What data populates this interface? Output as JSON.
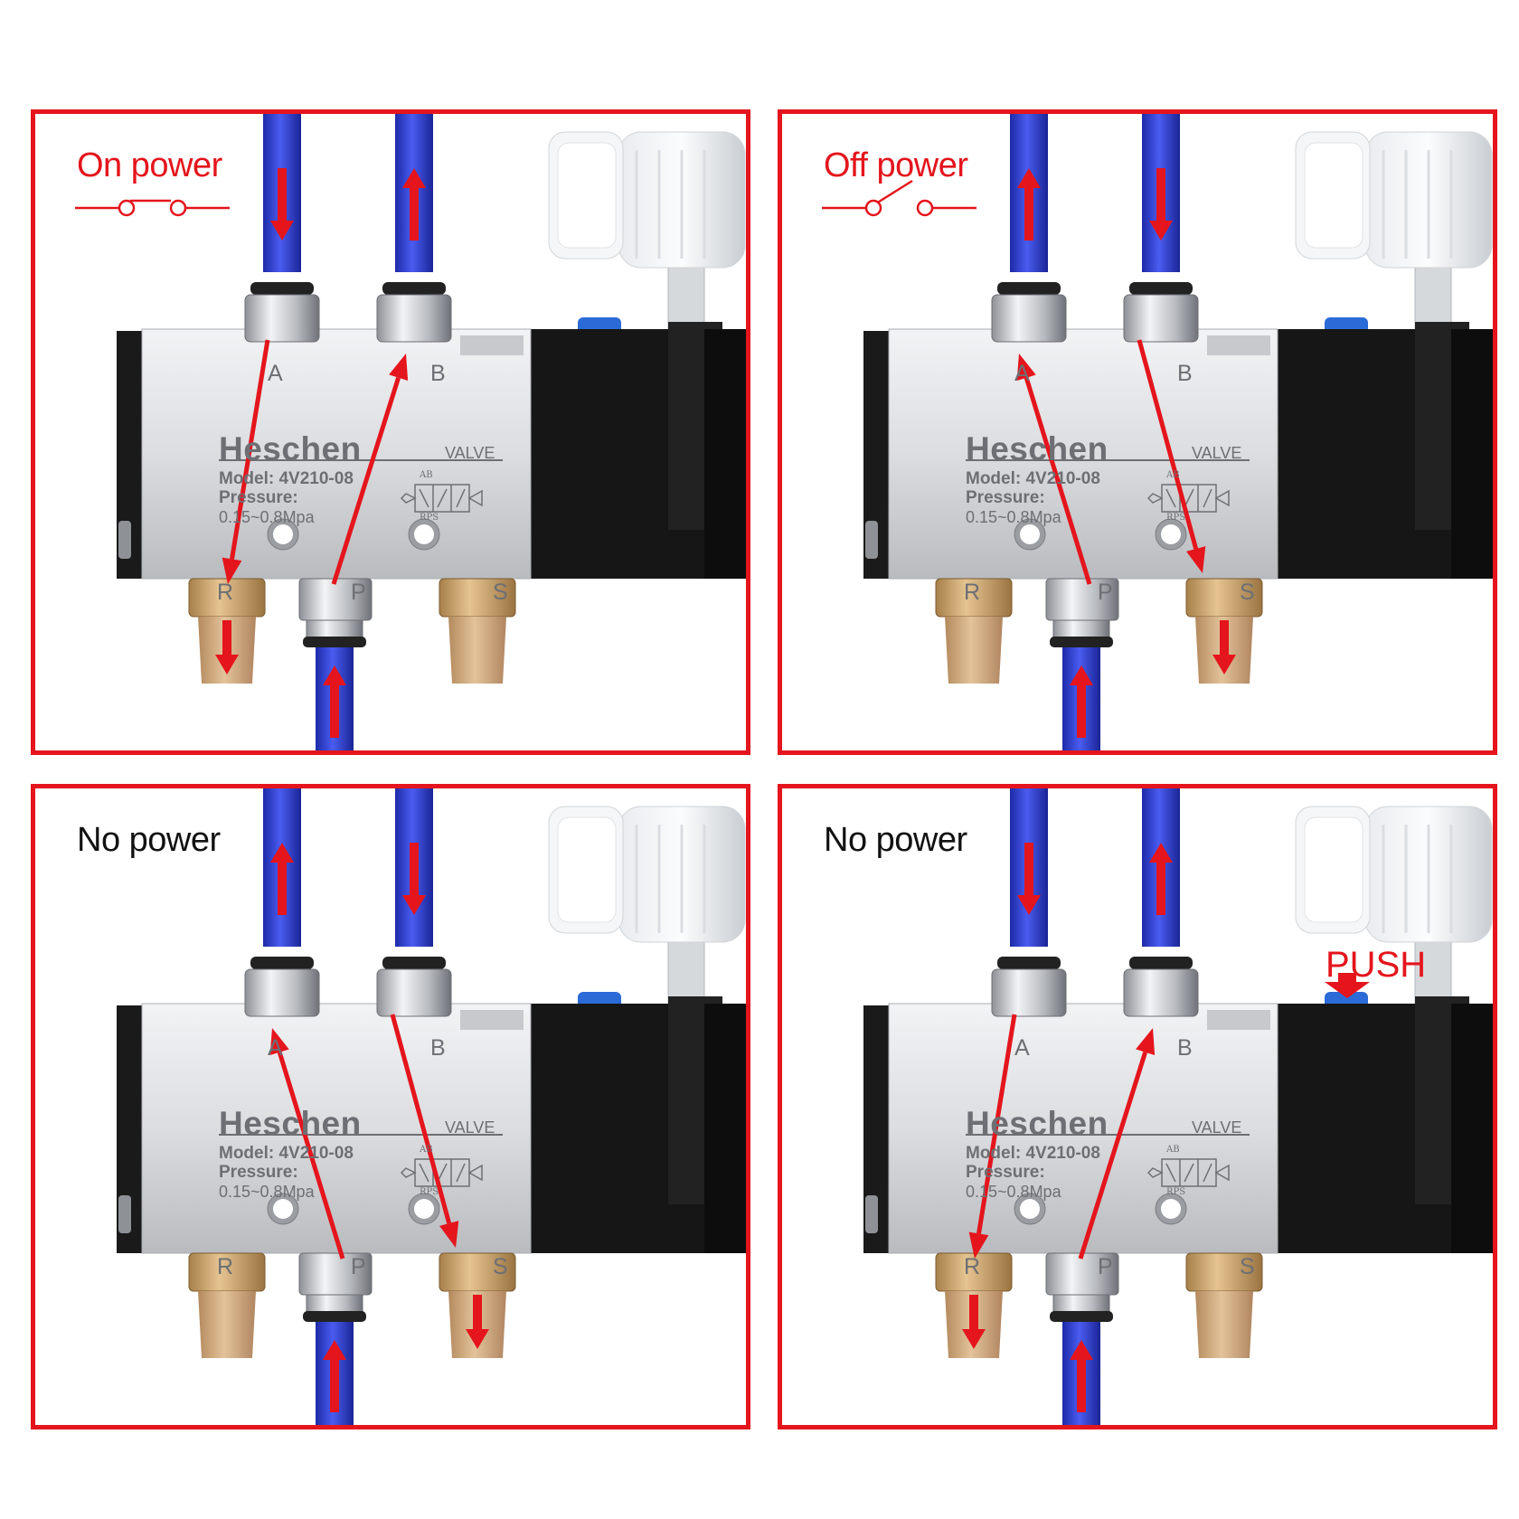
{
  "colors": {
    "frame": "#e4151c",
    "arrow": "#e4151c",
    "tube": "#2f3fd6",
    "body": "#dcdde0",
    "coil": "#151515"
  },
  "valve": {
    "brand": "Heschen",
    "valve_text": "VALVE",
    "model": "Model: 4V210-08",
    "pressure_label": "Pressure:",
    "pressure_range": "0.15~0.8Mpa",
    "symbol_top": "AB",
    "symbol_bottom": "RPS",
    "ports": {
      "A": "A",
      "B": "B",
      "R": "R",
      "P": "P",
      "S": "S"
    }
  },
  "panels": [
    {
      "label": "On power",
      "label_color": "#e4151c",
      "switch": "closed",
      "push_label": "",
      "flow": {
        "A": "in",
        "B": "out",
        "R": "exhaust",
        "S": "idle"
      }
    },
    {
      "label": "Off power",
      "label_color": "#e4151c",
      "switch": "open",
      "push_label": "",
      "flow": {
        "A": "out",
        "B": "in",
        "R": "idle",
        "S": "exhaust"
      }
    },
    {
      "label": "No power",
      "label_color": "#111111",
      "switch": "none",
      "push_label": "",
      "flow": {
        "A": "out",
        "B": "in",
        "R": "idle",
        "S": "exhaust"
      }
    },
    {
      "label": "No power",
      "label_color": "#111111",
      "switch": "none",
      "push_label": "PUSH",
      "flow": {
        "A": "in",
        "B": "out",
        "R": "exhaust",
        "S": "idle"
      }
    }
  ]
}
